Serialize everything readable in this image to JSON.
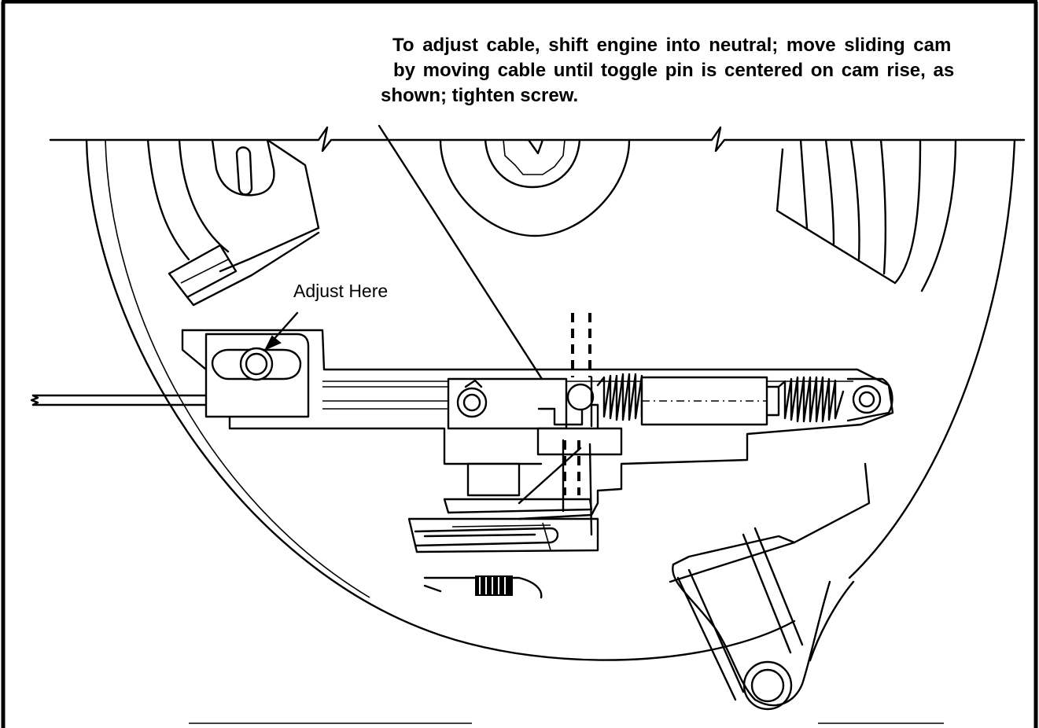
{
  "instruction": {
    "line1": "To adjust cable, shift engine into neutral; move sliding cam",
    "line2": "by moving cable until toggle pin is centered on cam rise, as",
    "line3": "shown; tighten screw."
  },
  "callout": {
    "adjust_label": "Adjust Here"
  },
  "colors": {
    "ink": "#000000",
    "paper": "#ffffff"
  }
}
